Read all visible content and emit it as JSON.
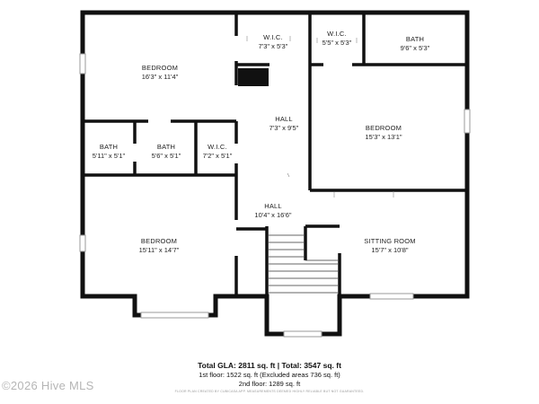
{
  "rooms": [
    {
      "id": "bedroom-nw",
      "name": "BEDROOM",
      "dims": "16'3\" x 11'4\""
    },
    {
      "id": "wic-top",
      "name": "W.I.C.",
      "dims": "7'3\" x 5'3\""
    },
    {
      "id": "wic-top-right",
      "name": "W.I.C.",
      "dims": "5'5\" x 5'3\""
    },
    {
      "id": "bath-ne",
      "name": "BATH",
      "dims": "9'6\" x 5'3\""
    },
    {
      "id": "hall-upper",
      "name": "HALL",
      "dims": "7'3\" x 9'5\""
    },
    {
      "id": "bedroom-ne",
      "name": "BEDROOM",
      "dims": "15'3\" x 13'1\""
    },
    {
      "id": "bath-w1",
      "name": "BATH",
      "dims": "5'11\" x 5'1\""
    },
    {
      "id": "bath-w2",
      "name": "BATH",
      "dims": "5'6\" x 5'1\""
    },
    {
      "id": "wic-mid",
      "name": "W.I.C.",
      "dims": "7'2\" x 5'1\""
    },
    {
      "id": "hall-lower",
      "name": "HALL",
      "dims": "10'4\" x 16'6\""
    },
    {
      "id": "bedroom-sw",
      "name": "BEDROOM",
      "dims": "15'11\" x 14'7\""
    },
    {
      "id": "sitting-room",
      "name": "SITTING ROOM",
      "dims": "15'7\" x 10'8\""
    }
  ],
  "footer": {
    "total": "Total GLA: 2811 sq. ft | Total: 3547 sq. ft",
    "first_floor": "1st floor: 1522 sq. ft (Excluded areas 736 sq. ft)",
    "second_floor": "2nd floor: 1289 sq. ft",
    "fine_print": "FLOOR PLAN CREATED BY CUBICASA APP. MEASUREMENTS DEEMED HIGHLY RELIABLE BUT NOT GUARANTEED."
  },
  "watermark": "©2026 Hive MLS",
  "colors": {
    "wall": "#111111",
    "background": "#ffffff",
    "window": "#bbbbbb"
  }
}
